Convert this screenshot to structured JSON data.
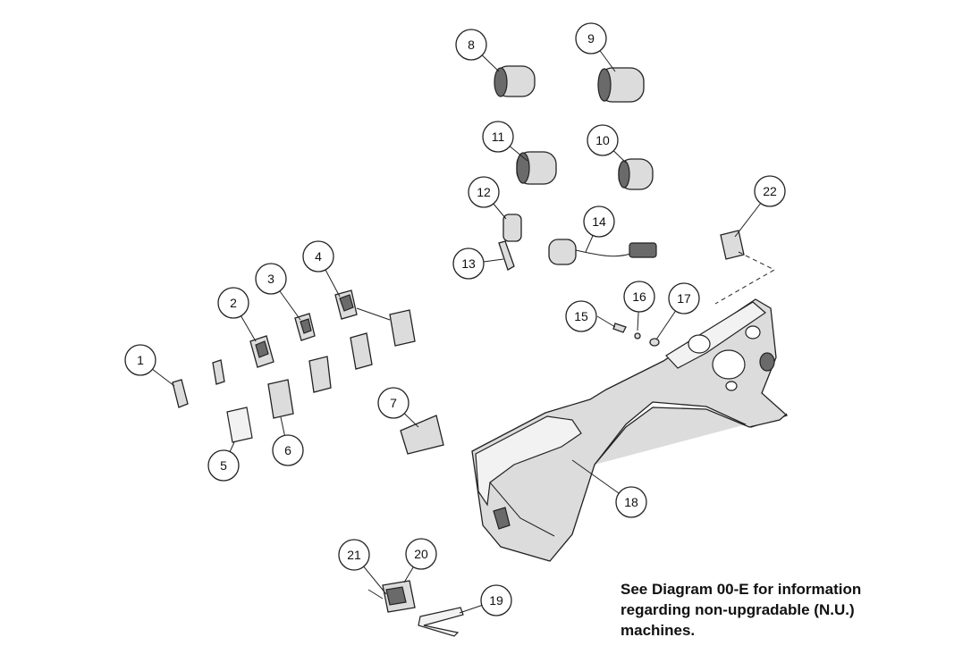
{
  "callouts": [
    {
      "id": "c1",
      "label": "1"
    },
    {
      "id": "c2",
      "label": "2"
    },
    {
      "id": "c3",
      "label": "3"
    },
    {
      "id": "c4",
      "label": "4"
    },
    {
      "id": "c5",
      "label": "5"
    },
    {
      "id": "c6",
      "label": "6"
    },
    {
      "id": "c7",
      "label": "7"
    },
    {
      "id": "c8",
      "label": "8"
    },
    {
      "id": "c9",
      "label": "9"
    },
    {
      "id": "c10",
      "label": "10"
    },
    {
      "id": "c11",
      "label": "11"
    },
    {
      "id": "c12",
      "label": "12"
    },
    {
      "id": "c13",
      "label": "13"
    },
    {
      "id": "c14",
      "label": "14"
    },
    {
      "id": "c15",
      "label": "15"
    },
    {
      "id": "c16",
      "label": "16"
    },
    {
      "id": "c17",
      "label": "17"
    },
    {
      "id": "c18",
      "label": "18"
    },
    {
      "id": "c19",
      "label": "19"
    },
    {
      "id": "c20",
      "label": "20"
    },
    {
      "id": "c21",
      "label": "21"
    },
    {
      "id": "c22",
      "label": "22"
    }
  ],
  "note": {
    "line1": "See Diagram 00-E for information",
    "line2": "regarding non-upgradable (N.U.)",
    "line3": "machines."
  }
}
